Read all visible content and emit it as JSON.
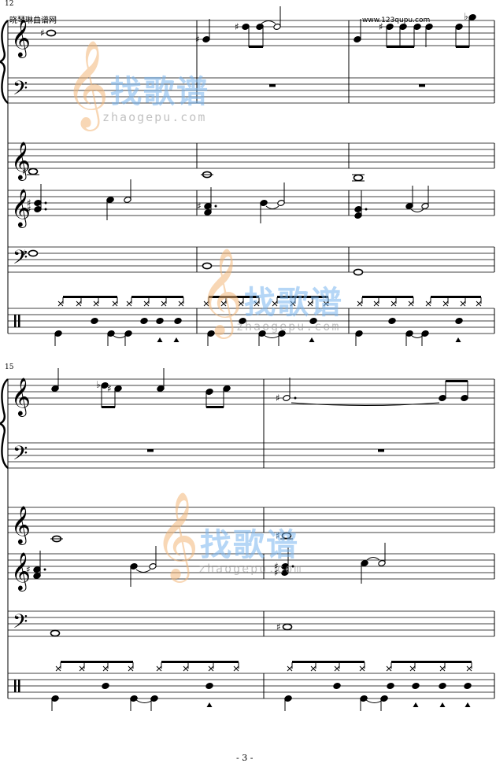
{
  "header": {
    "site_left": "晓琴琳曲谱网",
    "site_right": "www.123qupu.com"
  },
  "systems": [
    {
      "measure_number": "12"
    },
    {
      "measure_number": "15"
    }
  ],
  "watermark": {
    "brand": "找歌谱",
    "url": "zhaogepu.com"
  },
  "footer": {
    "page_number": "- 3 -"
  }
}
